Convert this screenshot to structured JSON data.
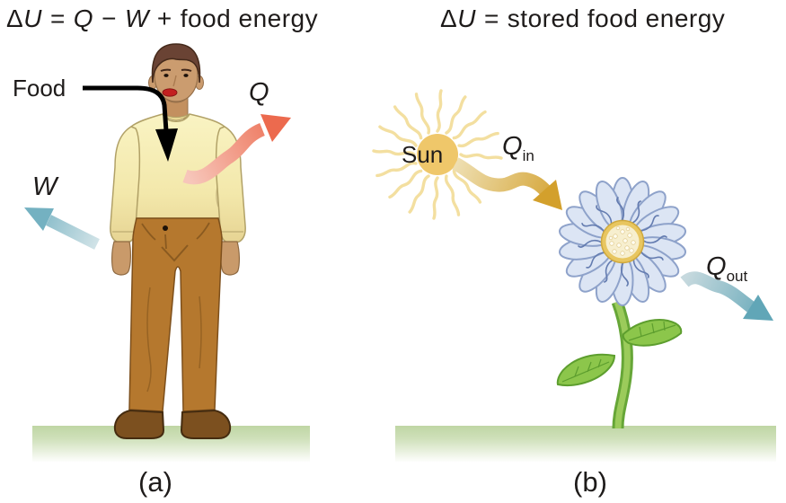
{
  "figure": {
    "panel_a": {
      "equation": {
        "delta": "Δ",
        "u": "U",
        "equals": "=",
        "q": "Q",
        "minus": "−",
        "w": "W",
        "plus": "+",
        "tail": "food energy"
      },
      "food_label": "Food",
      "work_label": "W",
      "heat_label": "Q",
      "caption": "(a)"
    },
    "panel_b": {
      "equation": {
        "delta": "Δ",
        "u": "U",
        "equals": "=",
        "tail": "stored food energy"
      },
      "sun_label": "Sun",
      "heat_in": {
        "base": "Q",
        "sub": "in"
      },
      "heat_out": {
        "base": "Q",
        "sub": "out"
      },
      "caption": "(b)"
    },
    "colors": {
      "heat_arrow_red": "#ec6a4e",
      "work_arrow_teal": "#74b1c1",
      "sun_gold": "#efc76a",
      "sun_arrow_gold": "#d3a02c",
      "heat_out_teal": "#61a6b7",
      "ground_green": "#c8dcb0",
      "flower_petal_blue": "#dce5f4",
      "text": "#1e1b1a"
    }
  }
}
